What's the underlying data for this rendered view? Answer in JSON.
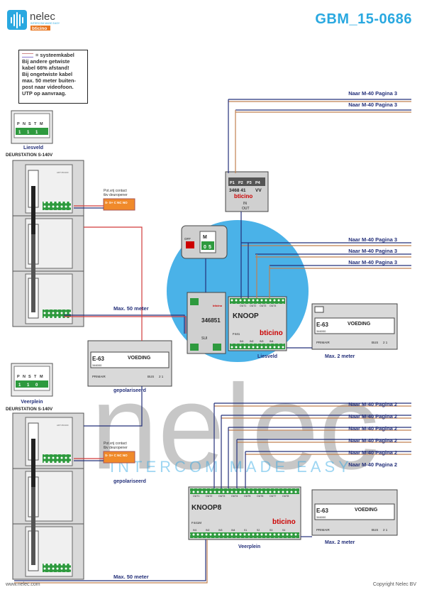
{
  "header": {
    "brand_name": "nelec",
    "brand_tagline": "INTERCOM MADE EASY",
    "brand_sub": "bticino",
    "doc_code": "GBM_15-0686"
  },
  "legend": {
    "key_label": "= systeemkabel",
    "lines": [
      "Bij andere getwiste",
      "kabel 66% afstand!",
      "Bij ongetwiste kabel",
      "max. 50 meter buiten-",
      "post naar videofoon.",
      "UTP op aanvraag."
    ]
  },
  "stations": [
    {
      "name": "Liesveld",
      "model": "DEURSTATION S-140V",
      "dip_labels": [
        "P",
        "N",
        "S",
        "T",
        "M"
      ],
      "dip_values": [
        "1",
        "1",
        "1"
      ],
      "contact_label_1": "Pot.vrij contact",
      "contact_label_2": "tbv deuropener",
      "contact_terminals": "S- S+ C NC NO",
      "module_code": "ART.351300"
    },
    {
      "name": "Veerplein",
      "model": "DEURSTATION S-140V",
      "dip_labels": [
        "P",
        "N",
        "S",
        "T",
        "M"
      ],
      "dip_values": [
        "1",
        "1",
        "0"
      ],
      "contact_label_1": "Pot.vrij contact",
      "contact_label_2": "tbv deuropener",
      "contact_terminals": "S- S+ C NC NO",
      "module_code": "ART.351300"
    }
  ],
  "interface": {
    "top_labels": [
      "P1",
      "P2",
      "P3",
      "P4"
    ],
    "code": "3468 41",
    "vv": "VV",
    "brand": "bticino",
    "in_label": "IN",
    "out_label": "OUT"
  },
  "adapter": {
    "code": "346851",
    "brand": "bticino",
    "sub_label": "SUI",
    "config_labels": [
      "M",
      "0",
      "5"
    ],
    "off_label": "OFF"
  },
  "knoop_top": {
    "name": "KNOOP",
    "code": "F441",
    "brand": "bticino",
    "caption": "Liesveld",
    "out_terms": [
      "OUT1",
      "OUT2",
      "OUT3",
      "OUT4"
    ],
    "in_terms": [
      "IN1",
      "IN2",
      "IN3",
      "IN4"
    ]
  },
  "knoop_bottom": {
    "name": "KNOOP8",
    "code": "F441M",
    "brand": "bticino",
    "caption": "Veerplein",
    "out_terms": [
      "OUT1",
      "OUT2",
      "OUT3",
      "OUT4",
      "OUT5",
      "OUT6",
      "OUT7",
      "OUT8"
    ],
    "in_terms": [
      "IN1",
      "IN2",
      "IN3",
      "IN4",
      "S1",
      "S2",
      "S3",
      "S4"
    ]
  },
  "psu": [
    {
      "name": "E-63",
      "label": "VOEDING",
      "code": "346000",
      "primary": "PRIMAIR",
      "bus": "BUS",
      "terms": "2 1",
      "note": "Max. 2 meter"
    },
    {
      "name": "E-63",
      "label": "VOEDING",
      "code": "346000",
      "primary": "PRIMAIR",
      "bus": "BUS",
      "terms": "2 1",
      "note": "gepolariseerd"
    },
    {
      "name": "E-63",
      "label": "VOEDING",
      "code": "346000",
      "primary": "PRIMAIR",
      "bus": "BUS",
      "terms": "2 1",
      "note": "Max. 2 meter"
    }
  ],
  "cable_labels": {
    "top": [
      "Naar M-40 Pagina 3",
      "Naar M-40 Pagina 3"
    ],
    "mid": [
      "Naar M-40 Pagina 3",
      "Naar M-40 Pagina 3",
      "Naar M-40 Pagina 3"
    ],
    "bottom": [
      "Naar M-40 Pagina 2",
      "Naar M-40 Pagina 2",
      "Naar M-40 Pagina 2",
      "Naar M-40 Pagina 2",
      "Naar M-40 Pagina 2",
      "Naar M-40 Pagina 2"
    ],
    "max50_a": "Max. 50 meter",
    "max50_b": "Max. 50 meter",
    "gepolariseerd": "gepolariseerd"
  },
  "watermark": {
    "word": "nelec",
    "tagline": "INTERCOM MADE EASY"
  },
  "footer": {
    "left": "www.nelec.com",
    "right": "Copyright Nelec BV"
  },
  "colors": {
    "accent": "#29a8e0",
    "cable_navy": "#24307a",
    "cable_red": "#d23b3b",
    "cable_orange": "#c08050",
    "terminal_green": "#2e9a3e",
    "terminal_orange": "#f08a2a"
  }
}
